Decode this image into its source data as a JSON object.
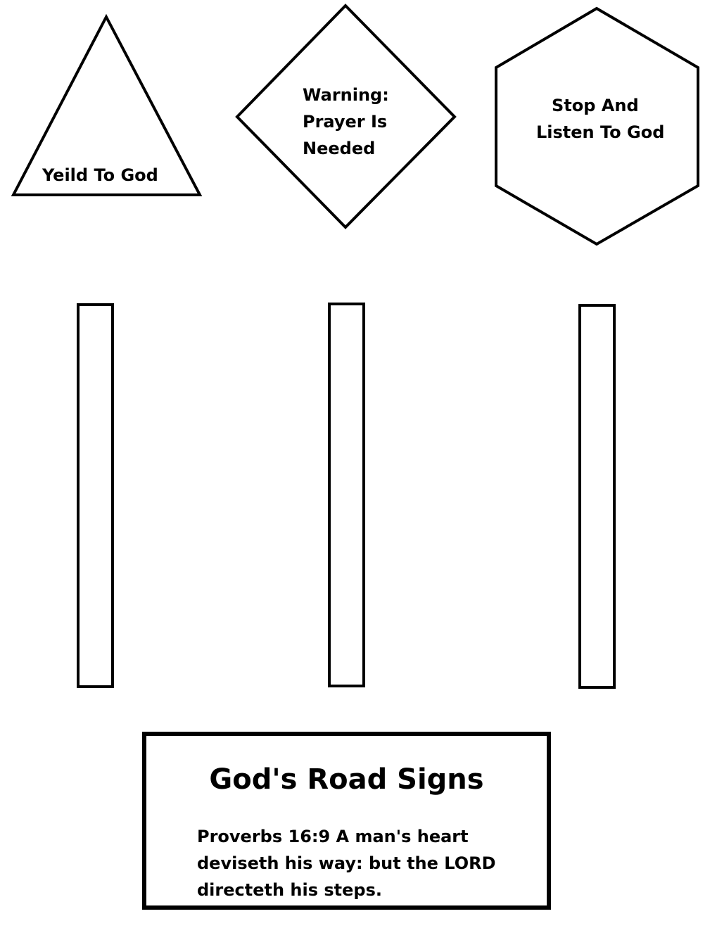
{
  "signs": {
    "triangle": {
      "lines": [
        "Yeild To God"
      ]
    },
    "diamond": {
      "lines": [
        "Warning:",
        "Prayer Is",
        "Needed"
      ]
    },
    "hexagon": {
      "lines": [
        "Stop And",
        "Listen To God"
      ]
    }
  },
  "caption": {
    "title": "God's Road Signs",
    "verse_lines": [
      "Proverbs 16:9  A man's heart",
      "deviseth his way: but the LORD",
      "directeth his steps."
    ]
  },
  "colors": {
    "stroke": "#000000",
    "background": "#ffffff"
  }
}
